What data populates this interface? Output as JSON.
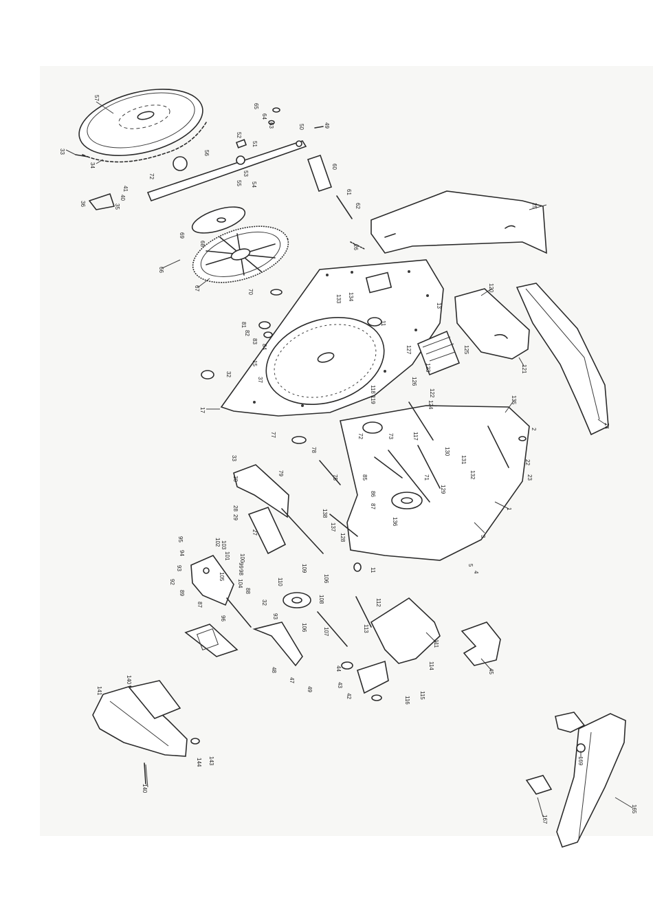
{
  "callouts": {
    "c1": "1",
    "c2": "2",
    "c3": "3",
    "c4": "4",
    "c5": "5",
    "c11": "11",
    "c12": "12",
    "c13": "13",
    "c15": "15",
    "c17": "17",
    "c22": "22",
    "c23": "23",
    "c24": "24",
    "c25": "25",
    "c26": "26",
    "c27": "27",
    "c28": "28",
    "c29": "29",
    "c30": "30",
    "c32": "32",
    "c33": "33",
    "c34": "34",
    "c35": "35",
    "c36": "36",
    "c37": "37",
    "c40": "40",
    "c41": "41",
    "c42": "42",
    "c43": "43",
    "c44": "44",
    "c45": "45",
    "c46": "46",
    "c47": "47",
    "c48": "48",
    "c49": "49",
    "c50": "50",
    "c51": "51",
    "c52": "52",
    "c53": "53",
    "c54": "54",
    "c55": "55",
    "c56": "56",
    "c57": "57",
    "c60": "60",
    "c61": "61",
    "c62": "62",
    "c63": "63",
    "c64": "64",
    "c65": "65",
    "c66": "66",
    "c67": "67",
    "c68": "68",
    "c69": "69",
    "c70": "70",
    "c71": "71",
    "c72": "72",
    "c73": "73",
    "c75": "75",
    "c77": "77",
    "c78": "78",
    "c79": "79",
    "c80": "80",
    "c81": "81",
    "c82": "82",
    "c83": "83",
    "c84": "84",
    "c85": "85",
    "c86": "86",
    "c87": "87",
    "c88": "88",
    "c89": "89",
    "c92": "92",
    "c93": "93",
    "c94": "94",
    "c95": "95",
    "c96": "96",
    "c98": "98",
    "c99": "99",
    "c100": "100",
    "c101": "101",
    "c102": "102",
    "c103": "103",
    "c104": "104",
    "c105": "105",
    "c106": "106",
    "c107": "107",
    "c108": "108",
    "c109": "109",
    "c110": "110",
    "c111": "111",
    "c112": "112",
    "c113": "113",
    "c114": "114",
    "c115": "115",
    "c116": "116",
    "c117": "117",
    "c118": "118",
    "c119": "119",
    "c120": "120",
    "c121": "121",
    "c122": "122",
    "c123": "123",
    "c124": "124",
    "c125": "125",
    "c126": "126",
    "c127": "127",
    "c128": "128",
    "c129": "129",
    "c130": "130",
    "c131": "131",
    "c132": "132",
    "c133": "133",
    "c134": "134",
    "c135": "135",
    "c136": "136",
    "c137": "137",
    "c138": "138",
    "c140": "140",
    "c141": "141",
    "c142": "142",
    "c143": "143",
    "c144": "144",
    "c165": "165",
    "c167": "167",
    "c169": "169"
  }
}
